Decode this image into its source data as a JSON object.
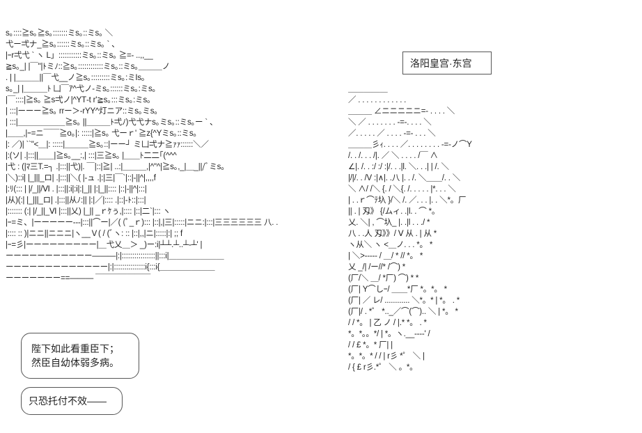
{
  "caption": {
    "location": "洛阳皇宫·东宫"
  },
  "dialogue": {
    "bubble1": [
      "陛下如此看重臣下；",
      "然臣自幼体弱多病。"
    ],
    "bubble2": [
      "只恐托付不效——"
    ]
  },
  "art": {
    "left_lines": [
      "s｡::::≧s｡≧s｡:::::::ミs｡::ミs｡    ＼",
      "  弋ー弌ナ_≧s｡::::::ミs｡::ミs｡   ` 、",
      "    |ｰr弌弋 ` ヽ L」:::::::::::ミs｡::ミs｡    ≧=-    ..,,__",
      "≧s｡_|   |￣\"|ﾄミﾉ::≧s｡::::::::::::ミs｡::ミs｡＿＿＿ノ",
      ".   |  |＿＿＿||￣弋__ノ≧s｡:::::::::ミs｡:ミIs｡",
      "s｡_|  |＿＿＿ﾄ    凵￣ｱ^弋ノ‐ミs｡::::::ミs｡:ミs｡",
      "|￣::::|≧s｡       ≧s弌ノ|^YT‐t  r'≧s｡:::ミs｡:ミs｡",
      "|    :::|ーーー≧s｡         rrー＞‐rYY^灯ニア::ミs｡ミs｡",
      "|    :::|＿＿＿＿＿＿≧s｡ ||＿＿＿ﾄ弌ﾉ)弋弋ナs｡ミs｡::ミs｡ー  ` 、",
      "|＿＿,|ｰ=ニ￣￣≧o｡|: :::::|≧s｡       弋ーｒ' ≧z{^Yミs｡::ミs｡",
      "|: ／)|      ``\"<＿|: :::::|＿＿＿≧s｡::|ーー┘ ミ凵弌ナ≧ｧｧ::::::＼／",
      "|:(ソ|            .|:::||＿＿|≧s｡__:,|  :::|三≧s｡   |＿＿ﾄ二二｢(^^^",
      "|弋 : (|ﾏ三T.=┐ .|:::||弋)|. ￣|::|≧|  ..:|＿＿＿,|^\"^|≧s｡,_|＿_||/ﾞミs｡",
      "|＼)::i| |_|||_ロ|  .|:::||＼( |-ュ .|:|三|￣`|::|-||^|,,,,f",
      "|:ﾘ(::: | |/_||/Ⅵ . |:::||:i|:i|:|_||  |:|_||::::  |::|-||^|:::|",
      "|从)(:| |_|||_ロ|  .|:::||从ﾉ:||   |:|／|:::: .|::|-ﾄ::|:::|",
      "|::::::: (:| |/_||_Ⅵ  |:::||乂) |_|| _ｒｹぅ,|::::  |::|二`|::: ヽ",
      "|ｰ=ミ、|ーーーーー‐‐‐|:::||⌒ー|／( (ﾟ_ｒ)::: |::|,|三|:::::|ニニ:|:::|三三三三三三    八. .",
      "|:::: :: )|ニニ||ニニニ|ヽ__Ｖ( /  (ﾞヽ: :: |::|,,|ニ|:::::|:| ;; f",
      "|ｰ=彡|ーーーーーーーーー|＿弋乂＿＞ _)ー:i|┴┴.┴..┴‐┴' |",
      "ーーーーーーーーーーー―――|:|::::::::::::::::||:::i|＿＿＿＿＿＿＿",
      "ーーーーーーーーーーーーー|:|:::::::::::::::i{:::i{＿＿＿＿＿＿＿",
      "ーーーーーーー==―――       ￣￣￣￣￣￣￣"
    ],
    "right_lines": [
      "                                                        ＿＿＿＿＿",
      "                                                  ／   . . . . . . . . . . . .",
      "                                 ＿＿＿    ∠ニニニニニ=-    .   .   .   .   ＼",
      "                                   ＼    ／ . . . . . . . -=-. . . .    ＼",
      "                                       ／. . . . . ／ . . . . -=- . . .  ＼",
      "                            ＿＿＿彡ｨ. . . . ／. . . . . . . . -=-ノ⌒Y",
      "                             /. . /. . . /|. ／  ＼ . . . . /￣     ∧",
      "                          ∠|.  /. . :/ :/ :|/. . .|l. ＼. . .| |     /.   ＼",
      "                            |/|/. . /V   :|∧|.  .八  |. . /.   ＼＿＿/.  .  ＼",
      "                         ＼  ∧/ /＼   {. /   ＼{. /. . . . . |*. . .  ＼",
      "                           | . .ｒ⌒ﾃ圦     }/＼ /. ／. . . |. . ＼*。厂",
      "                           || . |   刄》      {/ムィ. .|l. .   ⌒ *。",
      "                         乂. ＼|       ,      ⌒圦_   |. .|l . . ./    *",
      "                          八   . .人            刄》》/ Ⅴ 从 .  |   从     *",
      "                          ヽ从＼  ヽ          <＿ノ. . . *。   *",
      "                         | ＼>‐‐‐‐‐ /   ＿/ *   // *。        *",
      "                       乂     _/|   /ー//* /⌒)              *",
      "                     (厂/＼     ＿/    *厂)  ⌒)               *      *",
      "                     (厂|     Y⌒しｰ/ ＿＿*厂   *。*。             *",
      "                     (厂|    ／  レ/ ............ ＼*。*      | *。 . *",
      "                     (厂|/ . *゜ *.._／⌒(⌒)..  ＼       |   *。         *",
      "                      / /   *。   |   乙 ノ   /     |.*    *。 . *",
      "         *。*。。*/    |     *。ヽ.__---‐'  /",
      "                 /    /     £    *。*    厂|           |",
      "   *。*。*     /    /      |   r彡  *゜  ＼          |",
      "               /    {       £    r彡.*゜             ＼            。*。"
    ]
  }
}
